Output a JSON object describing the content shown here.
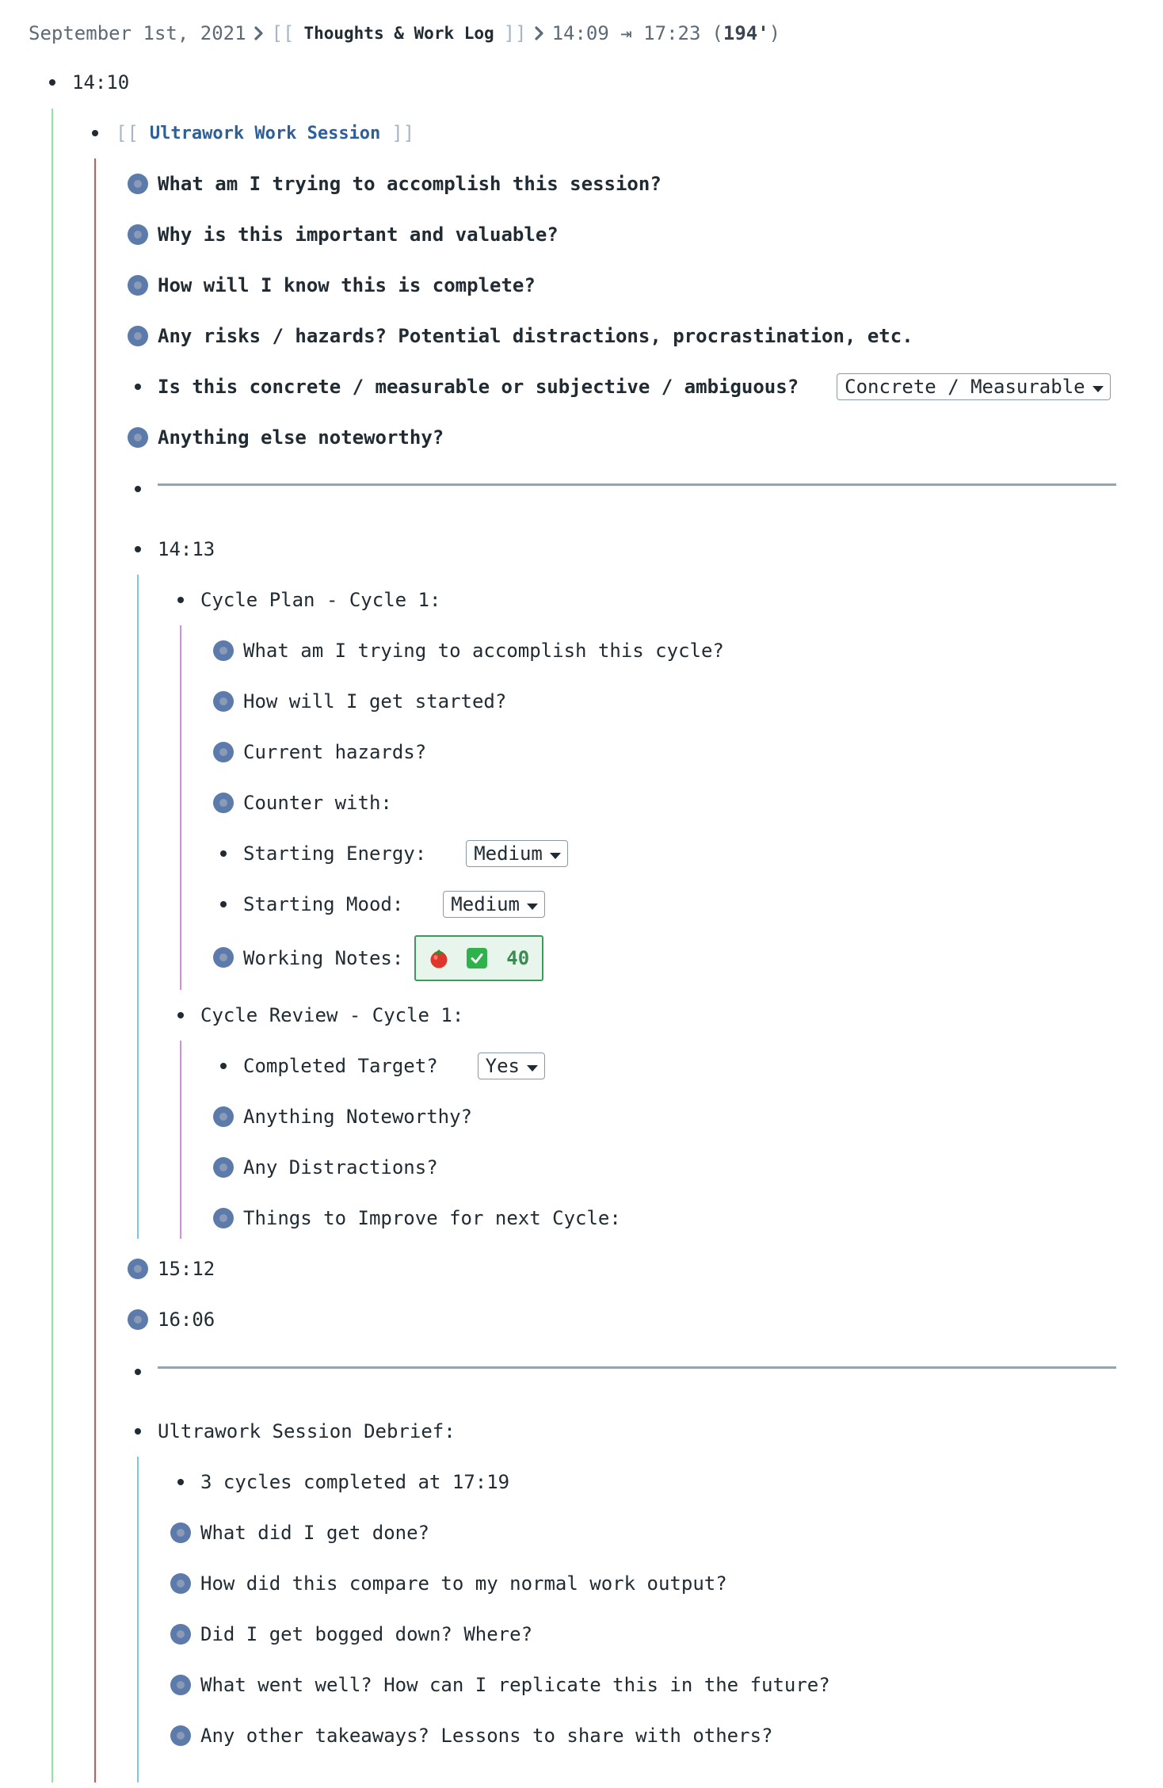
{
  "breadcrumb": {
    "date": "September 1st, 2021",
    "page_prefix": "[[",
    "page": "Thoughts & Work Log",
    "page_suffix": "]]",
    "time_range": "14:09 ⇥ 17:23",
    "duration_open": "(",
    "duration": "194'",
    "duration_close": ")"
  },
  "block_1410": {
    "time": "14:10"
  },
  "session": {
    "link_prefix": "[[",
    "link": "Ultrawork Work Session",
    "link_suffix": "]]",
    "q1": "What am I trying to accomplish this session?",
    "q2": "Why is this important and valuable?",
    "q3": "How will I know this is complete?",
    "q4": "Any risks / hazards? Potential distractions, procrastination, etc.",
    "q5": "Is this concrete / measurable or subjective / ambiguous?",
    "q5_value": "Concrete / Measurable",
    "q6": "Anything else noteworthy?"
  },
  "cycle": {
    "time": "14:13",
    "plan_title": "Cycle Plan - Cycle 1:",
    "plan_q1": "What am I trying to accomplish this cycle?",
    "plan_q2": "How will I get started?",
    "plan_q3": "Current hazards?",
    "plan_q4": "Counter with:",
    "energy_label": "Starting Energy:",
    "energy_value": "Medium",
    "mood_label": "Starting Mood:",
    "mood_value": "Medium",
    "notes_label": "Working Notes:",
    "pomodoro_count": "40",
    "review_title": "Cycle Review - Cycle 1:",
    "completed_label": "Completed Target?",
    "completed_value": "Yes",
    "review_q1": "Anything Noteworthy?",
    "review_q2": "Any Distractions?",
    "review_q3": "Things to Improve for next Cycle:"
  },
  "later_blocks": {
    "t1": "15:12",
    "t2": "16:06"
  },
  "debrief": {
    "title": "Ultrawork Session Debrief:",
    "summary": "3 cycles completed at 17:19",
    "q1": "What did I get done?",
    "q2": "How did this compare to my normal work output?",
    "q3": "Did I get bogged down? Where?",
    "q4": "What went well? How can I replicate this in the future?",
    "q5": "Any other takeaways? Lessons to share with others?"
  },
  "colors": {
    "guide_level1": "#8fe3a0",
    "guide_level2": "#d9534f",
    "guide_level3": "#7fc6e0",
    "guide_level4": "#d58ce0",
    "bullet_collapsed": "#5c7bab",
    "link": "#2d5f9a"
  }
}
